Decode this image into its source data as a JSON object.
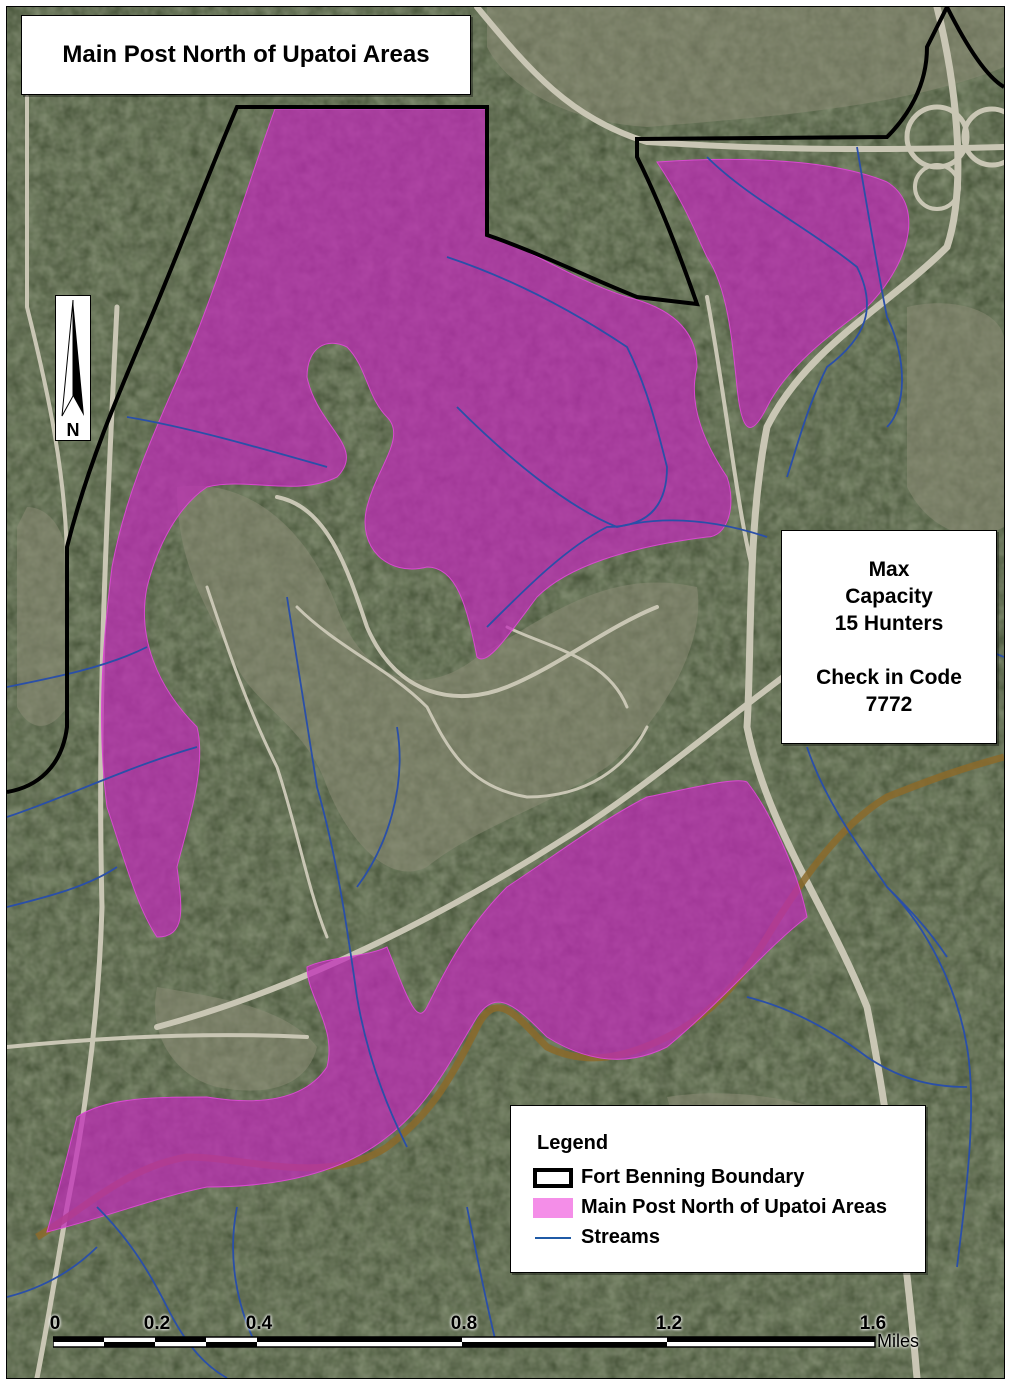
{
  "title": "Main Post North of Upatoi Areas",
  "info_box": {
    "line1": "Max",
    "line2": "Capacity",
    "line3": "15 Hunters",
    "line4": "Check in Code",
    "line5": "7772"
  },
  "legend": {
    "title": "Legend",
    "items": [
      {
        "label": "Fort Benning Boundary",
        "symbol": "black-outline-box",
        "color": "#000000"
      },
      {
        "label": "Main Post North of Upatoi Areas",
        "symbol": "pink-fill",
        "color": "#f48ee8"
      },
      {
        "label": "Streams",
        "symbol": "blue-line",
        "color": "#1f5aa6"
      }
    ]
  },
  "north_arrow": {
    "letter": "N",
    "icon": "north-arrow-icon"
  },
  "scale_bar": {
    "ticks": [
      "0",
      "0.2",
      "0.4",
      "0.8",
      "1.2",
      "1.6"
    ],
    "unit": "Miles"
  },
  "colors": {
    "hunting_area": "#c02ab8",
    "boundary": "#000000",
    "stream": "#2a4fa8",
    "river": "#8b6a2a"
  }
}
